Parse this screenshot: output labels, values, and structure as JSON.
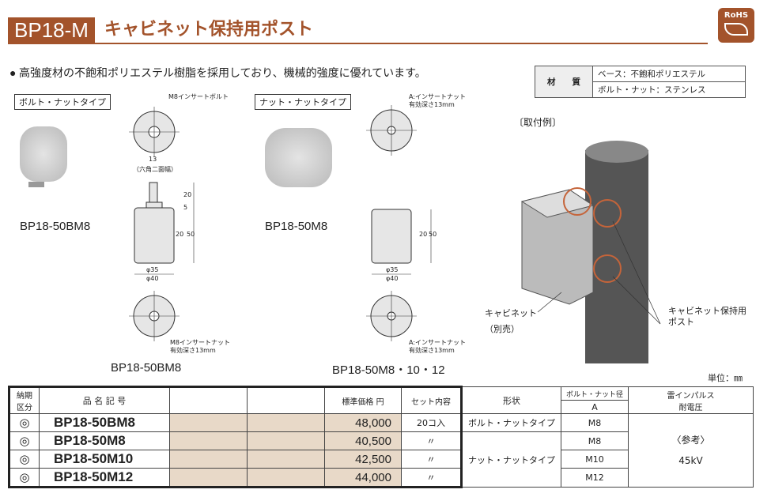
{
  "header": {
    "model": "BP18-M",
    "title": "キャビネット保持用ポスト",
    "rohs": "RoHS"
  },
  "description": "高強度材の不飽和ポリエステル樹脂を採用しており、機械的強度に優れています。",
  "material": {
    "label": "材　　質",
    "values": [
      "ベース：不飽和ポリエステル",
      "ボルト・ナット：ステンレス"
    ]
  },
  "types": [
    {
      "label": "ボルト・ナットタイプ",
      "name": "BP18-50BM8",
      "drawing_name": "BP18-50BM8",
      "top_note": "M8インサートボルト",
      "hex": "13",
      "hex_note": "（六角二面幅）",
      "bottom_note": [
        "M8インサートナット",
        "有効深さ13mm"
      ],
      "dims": [
        "20",
        "5",
        "20",
        "50",
        "φ35",
        "φ40"
      ]
    },
    {
      "label": "ナット・ナットタイプ",
      "name": "BP18-50M8",
      "drawing_name": "BP18-50M8・10・12",
      "top_note": [
        "A:インサートナット",
        "有効深さ13mm"
      ],
      "bottom_note": [
        "A:インサートナット",
        "有効深さ13mm"
      ],
      "dims": [
        "20",
        "50",
        "φ35",
        "φ40"
      ]
    }
  ],
  "example": {
    "label": "〔取付例〕",
    "cabinet": "キャビネット",
    "cabinet_note": "（別売）",
    "post": [
      "キャビネット保持用",
      "ポスト"
    ]
  },
  "unit": "単位：㎜",
  "table": {
    "headers": {
      "delivery": [
        "納期",
        "区分"
      ],
      "code": "品 名 記 号",
      "price": "標準価格 円",
      "set": "セット内容",
      "shape": "形状",
      "bolt": "ボルト・ナット径",
      "bolt_sub": "A",
      "impulse": [
        "雷インパルス",
        "耐電圧"
      ]
    },
    "rows": [
      {
        "mark": "◎",
        "code": "BP18-50BM8",
        "price": "48,000",
        "set": "20コ入",
        "shape": "ボルト・ナットタイプ",
        "bolt": "M8"
      },
      {
        "mark": "◎",
        "code": "BP18-50M8",
        "price": "40,500",
        "set": "〃",
        "bolt": "M8"
      },
      {
        "mark": "◎",
        "code": "BP18-50M10",
        "price": "42,500",
        "set": "〃",
        "bolt": "M10"
      },
      {
        "mark": "◎",
        "code": "BP18-50M12",
        "price": "44,000",
        "set": "〃",
        "bolt": "M12"
      }
    ],
    "shape_merged": "ナット・ナットタイプ",
    "impulse_value": [
      "〈参考〉",
      "45kV"
    ]
  }
}
